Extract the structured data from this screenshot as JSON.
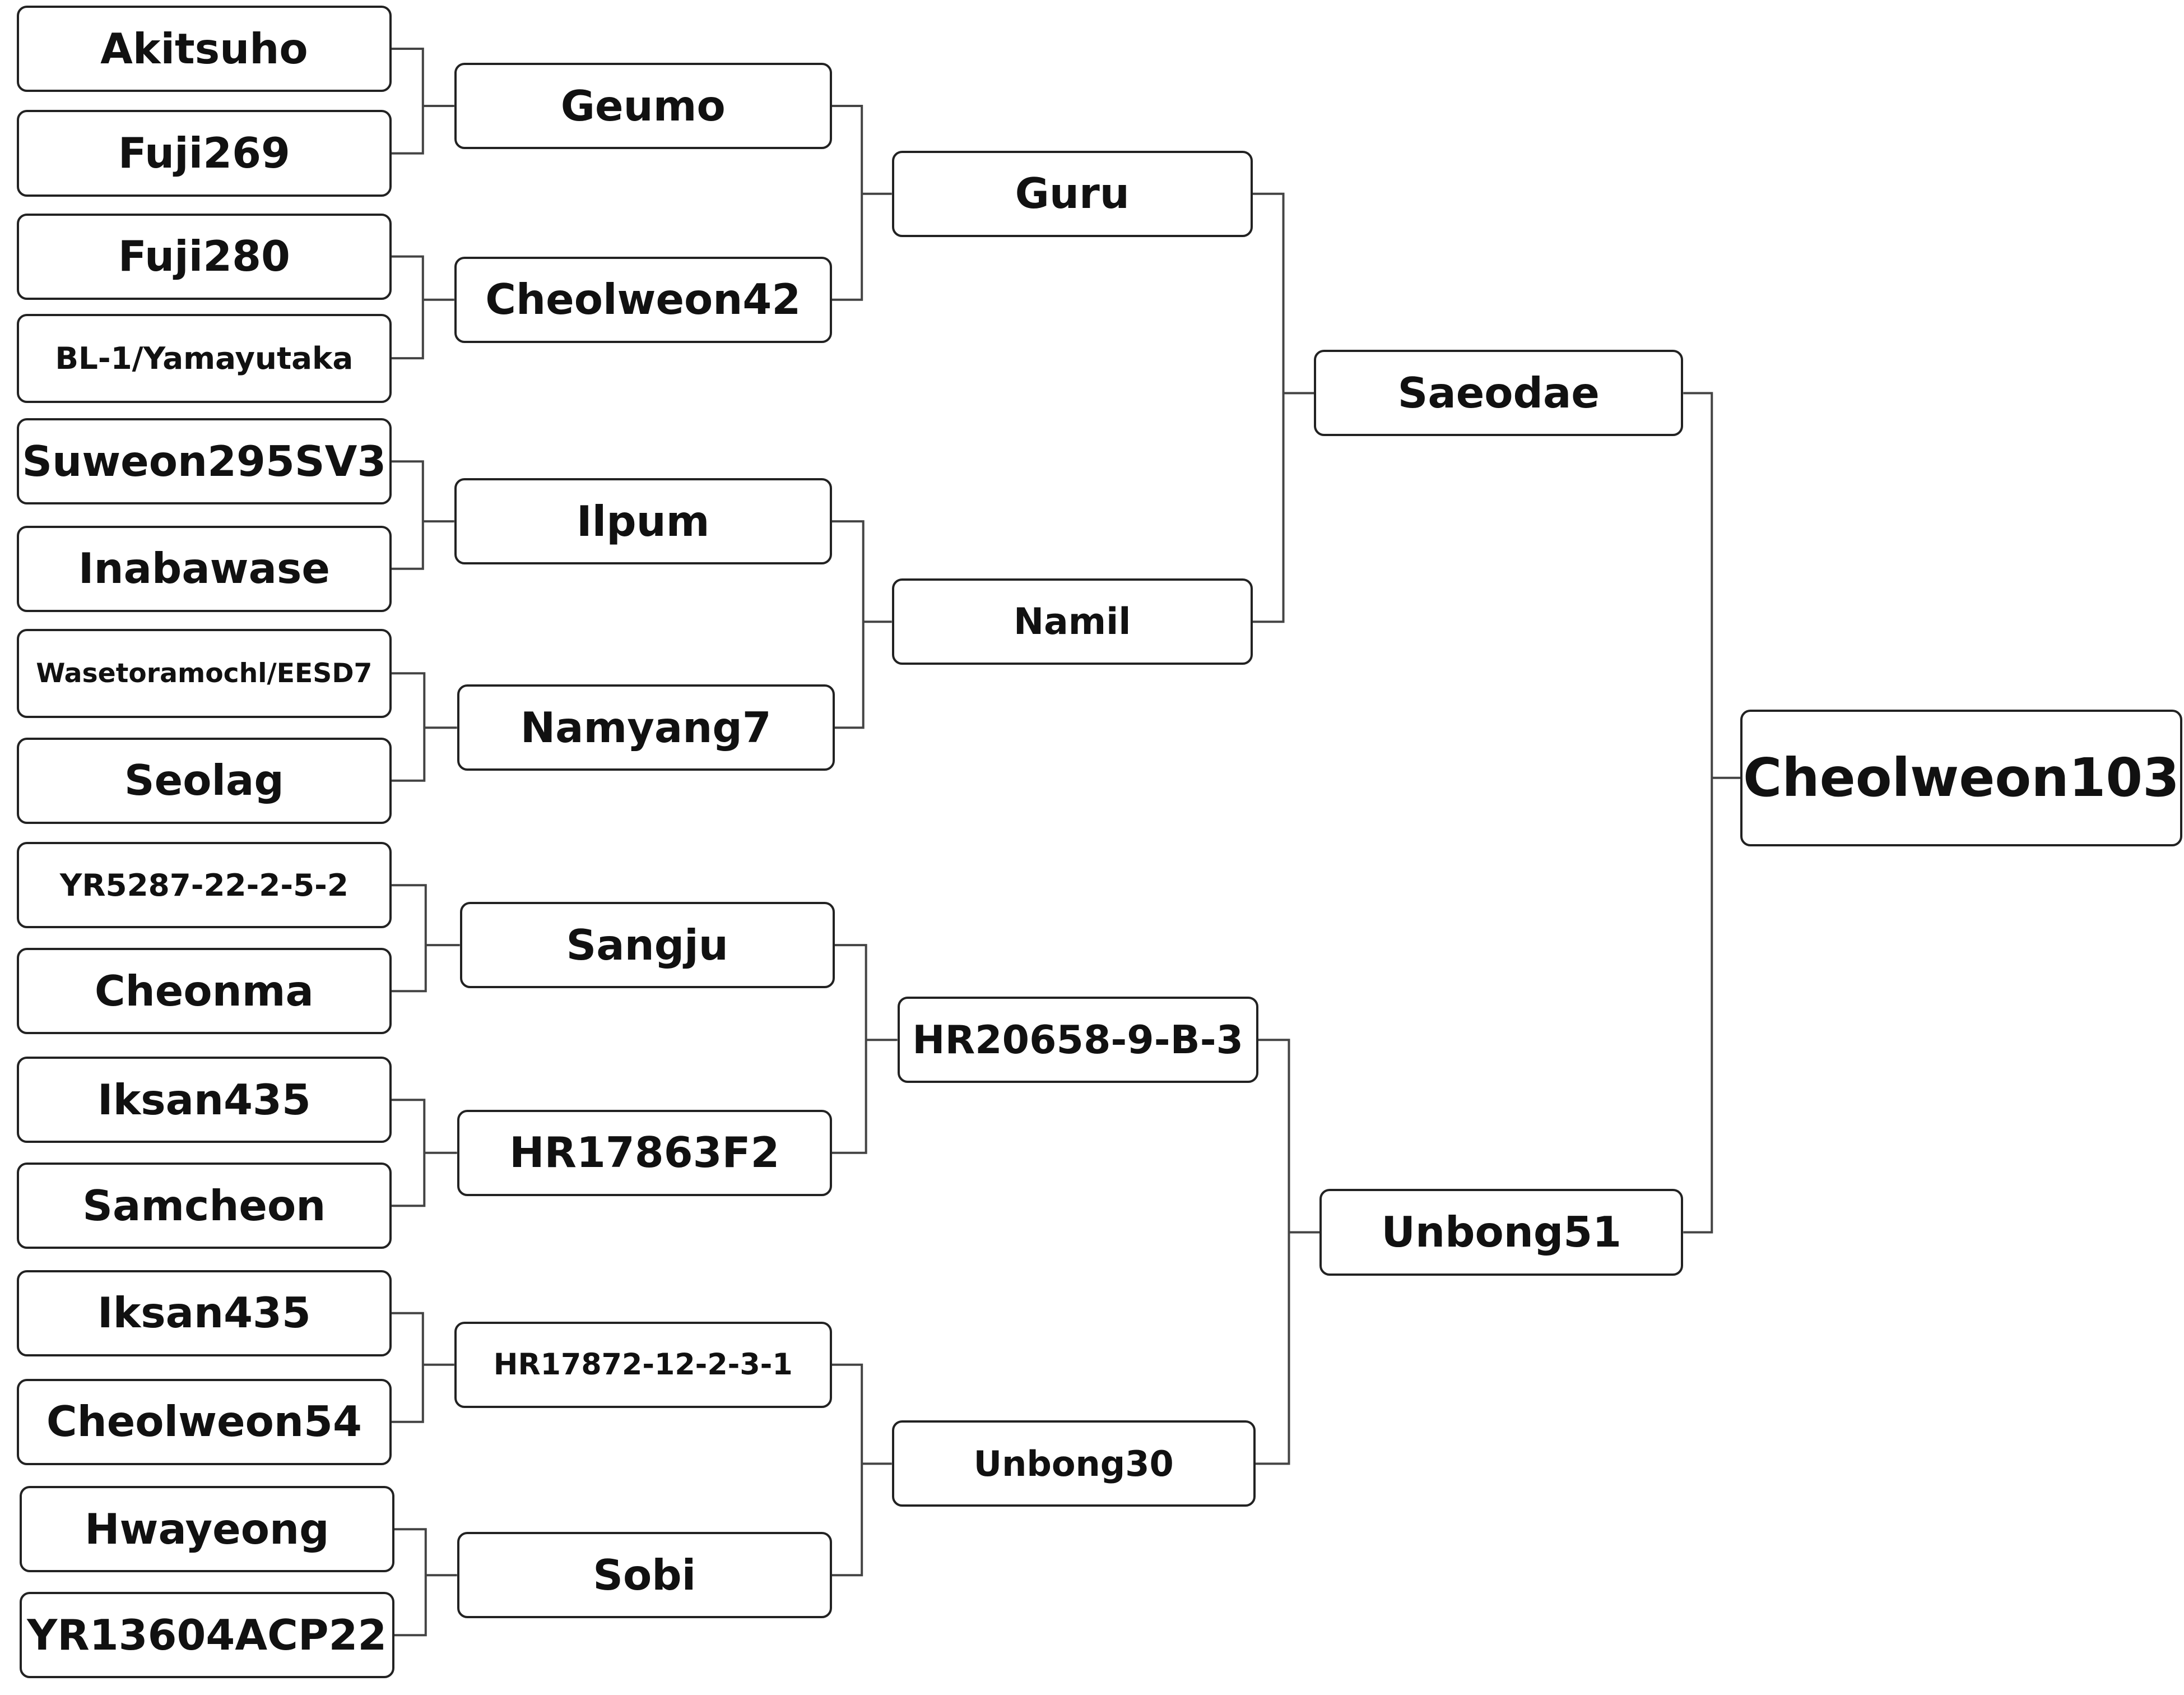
{
  "nodes": [
    {
      "id": "akitsuho",
      "label": "Akitsuho"
    },
    {
      "id": "fuji269",
      "label": "Fuji269"
    },
    {
      "id": "fuji280",
      "label": "Fuji280"
    },
    {
      "id": "bl1",
      "label": "BL-1/Yamayutaka"
    },
    {
      "id": "suweon",
      "label": "Suweon295SV3"
    },
    {
      "id": "inaba",
      "label": "Inabawase"
    },
    {
      "id": "waseto",
      "label": "Wasetoramochl/EESD7"
    },
    {
      "id": "seolag",
      "label": "Seolag"
    },
    {
      "id": "yr5287",
      "label": "YR5287-22-2-5-2"
    },
    {
      "id": "cheonma",
      "label": "Cheonma"
    },
    {
      "id": "iksan1",
      "label": "Iksan435"
    },
    {
      "id": "samcheon",
      "label": "Samcheon"
    },
    {
      "id": "iksan2",
      "label": "Iksan435"
    },
    {
      "id": "cw54",
      "label": "Cheolweon54"
    },
    {
      "id": "hwayeong",
      "label": "Hwayeong"
    },
    {
      "id": "yr13604",
      "label": "YR13604ACP22"
    },
    {
      "id": "geumo",
      "label": "Geumo"
    },
    {
      "id": "cw42",
      "label": "Cheolweon42"
    },
    {
      "id": "ilpum",
      "label": "Ilpum"
    },
    {
      "id": "namyang",
      "label": "Namyang7"
    },
    {
      "id": "sangju",
      "label": "Sangju"
    },
    {
      "id": "hr17863",
      "label": "HR17863F2"
    },
    {
      "id": "hr17872",
      "label": "HR17872-12-2-3-1"
    },
    {
      "id": "sobi",
      "label": "Sobi"
    },
    {
      "id": "guru",
      "label": "Guru"
    },
    {
      "id": "namil",
      "label": "Namil"
    },
    {
      "id": "hr20658",
      "label": "HR20658-9-B-3"
    },
    {
      "id": "unbong30",
      "label": "Unbong30"
    },
    {
      "id": "saeodae",
      "label": "Saeodae"
    },
    {
      "id": "unbong51",
      "label": "Unbong51"
    },
    {
      "id": "cw103",
      "label": "Cheolweon103"
    }
  ],
  "crosses": [
    {
      "parents": [
        "akitsuho",
        "fuji269"
      ],
      "child": "geumo"
    },
    {
      "parents": [
        "fuji280",
        "bl1"
      ],
      "child": "cw42"
    },
    {
      "parents": [
        "suweon",
        "inaba"
      ],
      "child": "ilpum"
    },
    {
      "parents": [
        "waseto",
        "seolag"
      ],
      "child": "namyang"
    },
    {
      "parents": [
        "yr5287",
        "cheonma"
      ],
      "child": "sangju"
    },
    {
      "parents": [
        "iksan1",
        "samcheon"
      ],
      "child": "hr17863"
    },
    {
      "parents": [
        "iksan2",
        "cw54"
      ],
      "child": "hr17872"
    },
    {
      "parents": [
        "hwayeong",
        "yr13604"
      ],
      "child": "sobi"
    },
    {
      "parents": [
        "geumo",
        "cw42"
      ],
      "child": "guru"
    },
    {
      "parents": [
        "ilpum",
        "namyang"
      ],
      "child": "namil"
    },
    {
      "parents": [
        "sangju",
        "hr17863"
      ],
      "child": "hr20658"
    },
    {
      "parents": [
        "hr17872",
        "sobi"
      ],
      "child": "unbong30"
    },
    {
      "parents": [
        "guru",
        "namil"
      ],
      "child": "saeodae"
    },
    {
      "parents": [
        "hr20658",
        "unbong30"
      ],
      "child": "unbong51"
    },
    {
      "parents": [
        "saeodae",
        "unbong51"
      ],
      "child": "cw103"
    }
  ]
}
